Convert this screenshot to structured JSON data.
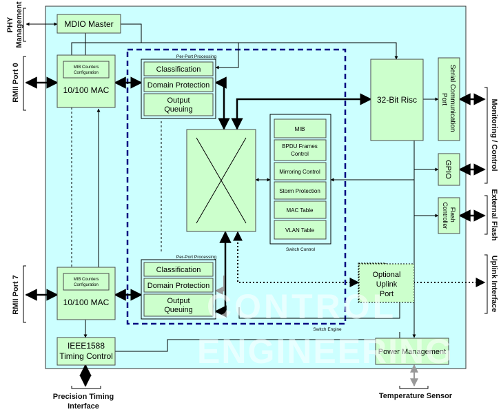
{
  "external": {
    "phy_management": "PHY Management",
    "rmii_port0": "RMII Port 0",
    "rmii_port7": "RMII Port 7",
    "precision_timing": [
      "Precision Timing",
      "Interface"
    ],
    "temperature_sensor": "Temperature Sensor",
    "monitoring_control": "Monitoring / Control",
    "external_flash": "External Flash",
    "uplink_interface": "Uplink Interface"
  },
  "blocks": {
    "mdio_master": "MDIO Master",
    "mib_counters_cfg": [
      "MIB Counters",
      "Configuration"
    ],
    "mac": "10/100 MAC",
    "ieee1588": [
      "IEEE1588",
      "Timing Control"
    ],
    "per_port_processing": "Per-Port Processing",
    "classification": "Classification",
    "domain_protection": "Domain Protection",
    "output_queuing": [
      "Output",
      "Queuing"
    ],
    "switch_engine": "Switch Engine",
    "switch_control": "Switch Control",
    "switch_control_items": [
      "MIB",
      "BPDU Frames Control",
      "Mirroring Control",
      "Storm Protection",
      "MAC Table",
      "VLAN Table"
    ],
    "risc": "32-Bit Risc",
    "serial_comm": [
      "Serial Communication",
      "Port"
    ],
    "gpio": "GPIO",
    "flash_controller": [
      "Flash",
      "Controller"
    ],
    "optional_uplink": [
      "Optional",
      "Uplink",
      "Port"
    ],
    "power_management": "Power Management"
  },
  "watermark": [
    "CONTROL",
    "ENGINEERING"
  ],
  "colors": {
    "chip_bg": "#ccffff",
    "block_fill": "#ccffcc",
    "dash_blue": "#000080"
  }
}
